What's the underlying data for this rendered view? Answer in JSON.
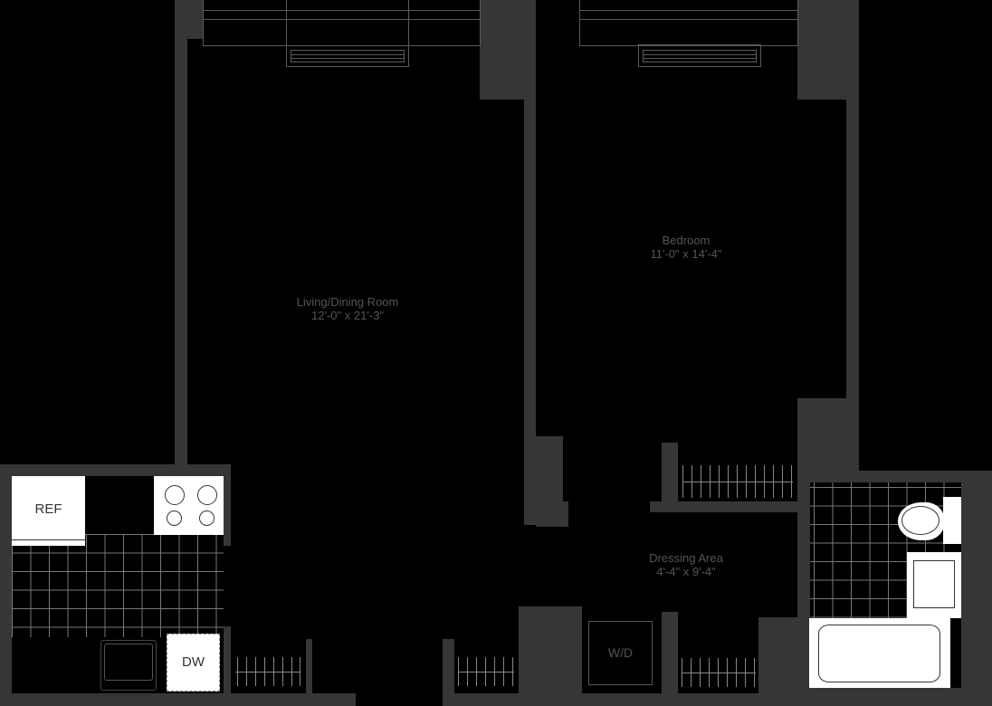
{
  "plan": {
    "colors": {
      "floor": "#000000",
      "wall": "#363636",
      "fixture": "#ffffff",
      "label": "#555555",
      "tile_grid": "#777777"
    },
    "rooms": {
      "living": {
        "name": "Living/Dining Room",
        "dims": "12'-0\" x 21'-3\""
      },
      "bedroom": {
        "name": "Bedroom",
        "dims": "11'-0\" x 14'-4\""
      },
      "dressing": {
        "name": "Dressing Area",
        "dims": "4'-4\" x 9'-4\""
      }
    },
    "fixtures": {
      "refrigerator": "REF",
      "dishwasher": "DW",
      "washer_dryer": "W/D"
    }
  }
}
